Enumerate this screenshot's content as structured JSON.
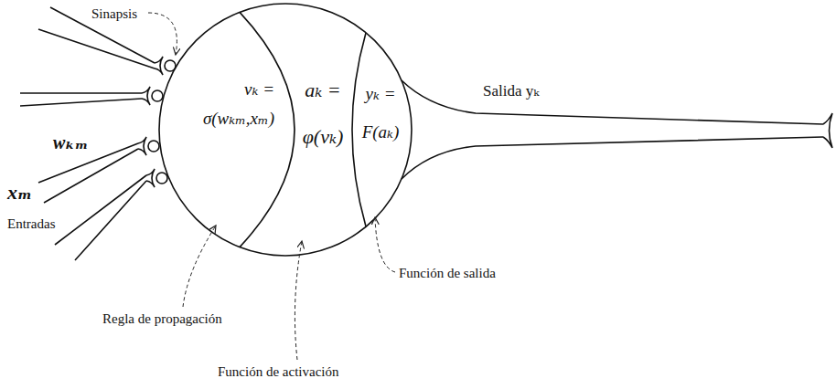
{
  "diagram": {
    "nodes": [
      {
        "text": [
          "νₖ = σ(wₖₘ,xₘ)"
        ]
      },
      {
        "text": [
          "aₖ = φ(νₖ)"
        ]
      },
      {
        "text": [
          "yₖ = F(aₖ)"
        ]
      }
    ],
    "labels": [
      "Sinapsis",
      "wₖₘ",
      "xₘ",
      "Entradas",
      "Regla de propagación",
      "Función de activación",
      "Función de salida",
      "Salida yₖ"
    ]
  }
}
